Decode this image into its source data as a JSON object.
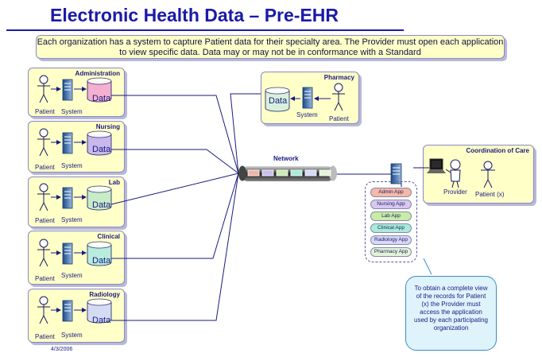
{
  "title": "Electronic Health Data – Pre-EHR",
  "intro": "Each organization has a system to capture Patient data for their specialty area.  The Provider must open each application to view specific data. Data may or may not be in conformance with a Standard",
  "orgs": [
    {
      "title": "Administration",
      "patient": "Patient",
      "system": "System",
      "data": "Data",
      "data_color": "#f4b0d0"
    },
    {
      "title": "Nursing",
      "patient": "Patient",
      "system": "System",
      "data": "Data",
      "data_color": "#c8b8ec"
    },
    {
      "title": "Lab",
      "patient": "Patient",
      "system": "System",
      "data": "Data",
      "data_color": "#c8ecc8"
    },
    {
      "title": "Clinical",
      "patient": "Patient",
      "system": "System",
      "data": "Data",
      "data_color": "#b8ecdc"
    },
    {
      "title": "Radiology",
      "patient": "Patient",
      "system": "System",
      "data": "Data",
      "data_color": "#d4dcf4"
    }
  ],
  "pharmacy": {
    "title": "Pharmacy",
    "patient": "Patient",
    "system": "System",
    "data": "Data",
    "data_color": "#d8f0dc"
  },
  "network": {
    "label": "Network"
  },
  "coordination": {
    "title": "Coordination of Care",
    "provider": "Provider",
    "patient": "Patient (x)"
  },
  "apps": [
    {
      "label": "Admin App",
      "color": "#f6b8a8"
    },
    {
      "label": "Nursing App",
      "color": "#d8c8f0"
    },
    {
      "label": "Lab App",
      "color": "#c8eca8"
    },
    {
      "label": "Clinical App",
      "color": "#a8ecd8"
    },
    {
      "label": "Radiology App",
      "color": "#d8d8f8"
    },
    {
      "label": "Pharmacy App",
      "color": "#e4f4d8"
    }
  ],
  "bubble": "To obtain a complete view of the records for Patient (x) the Provider must access the application used by each participating organization",
  "date": "4/3/2006",
  "colors": {
    "accent": "#1a1aa8",
    "box": "#ffffc8",
    "border": "#8888c8",
    "line": "#1a1a80"
  }
}
